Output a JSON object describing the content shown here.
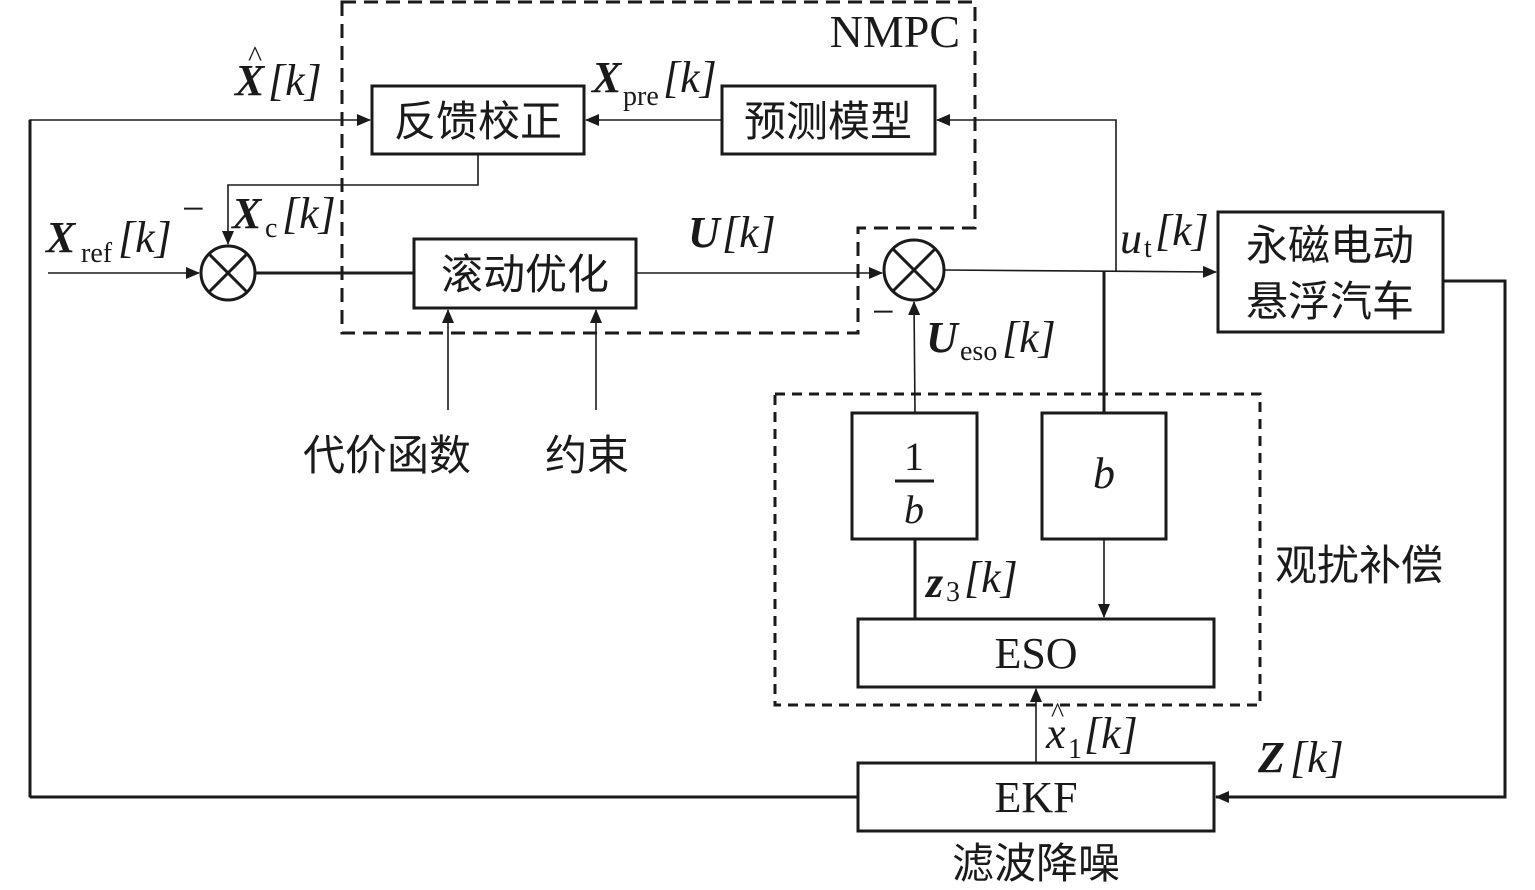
{
  "diagram": {
    "groups": {
      "nmpc": {
        "label": "NMPC"
      },
      "disturbance_compensation": {
        "label": "观扰补偿"
      }
    },
    "blocks": {
      "feedback_correction": "反馈校正",
      "prediction_model": "预测模型",
      "rolling_optimization": "滚动优化",
      "plant_line1": "永磁电动",
      "plant_line2": "悬浮汽车",
      "inv_b_num": "1",
      "inv_b_den": "b",
      "b": "b",
      "eso": "ESO",
      "ekf": "EKF"
    },
    "inputs": {
      "cost_function": "代价函数",
      "constraints": "约束"
    },
    "captions": {
      "ekf_caption": "滤波降噪"
    },
    "signals": {
      "x_hat": {
        "main": "X",
        "sub": "",
        "arg": "[k]",
        "hat": "^"
      },
      "x_pre": {
        "main": "X",
        "sub": "pre",
        "arg": "[k]"
      },
      "x_ref": {
        "main": "X",
        "sub": "ref",
        "arg": "[k]"
      },
      "x_c": {
        "main": "X",
        "sub": "c",
        "arg": "[k]"
      },
      "u": {
        "main": "U",
        "arg": "[k]"
      },
      "u_t": {
        "main": "u",
        "sub": "t",
        "arg": "[k]"
      },
      "u_eso": {
        "main": "U",
        "sub": "eso",
        "arg": "[k]"
      },
      "z3": {
        "main": "z",
        "sub": "3",
        "arg": "[k]"
      },
      "x1_hat": {
        "main": "x",
        "sub": "1",
        "arg": "[k]",
        "hat": "^"
      },
      "z": {
        "main": "Z",
        "arg": "[k]"
      }
    },
    "signs": {
      "xc_minus": "−",
      "ueso_minus": "−"
    }
  }
}
